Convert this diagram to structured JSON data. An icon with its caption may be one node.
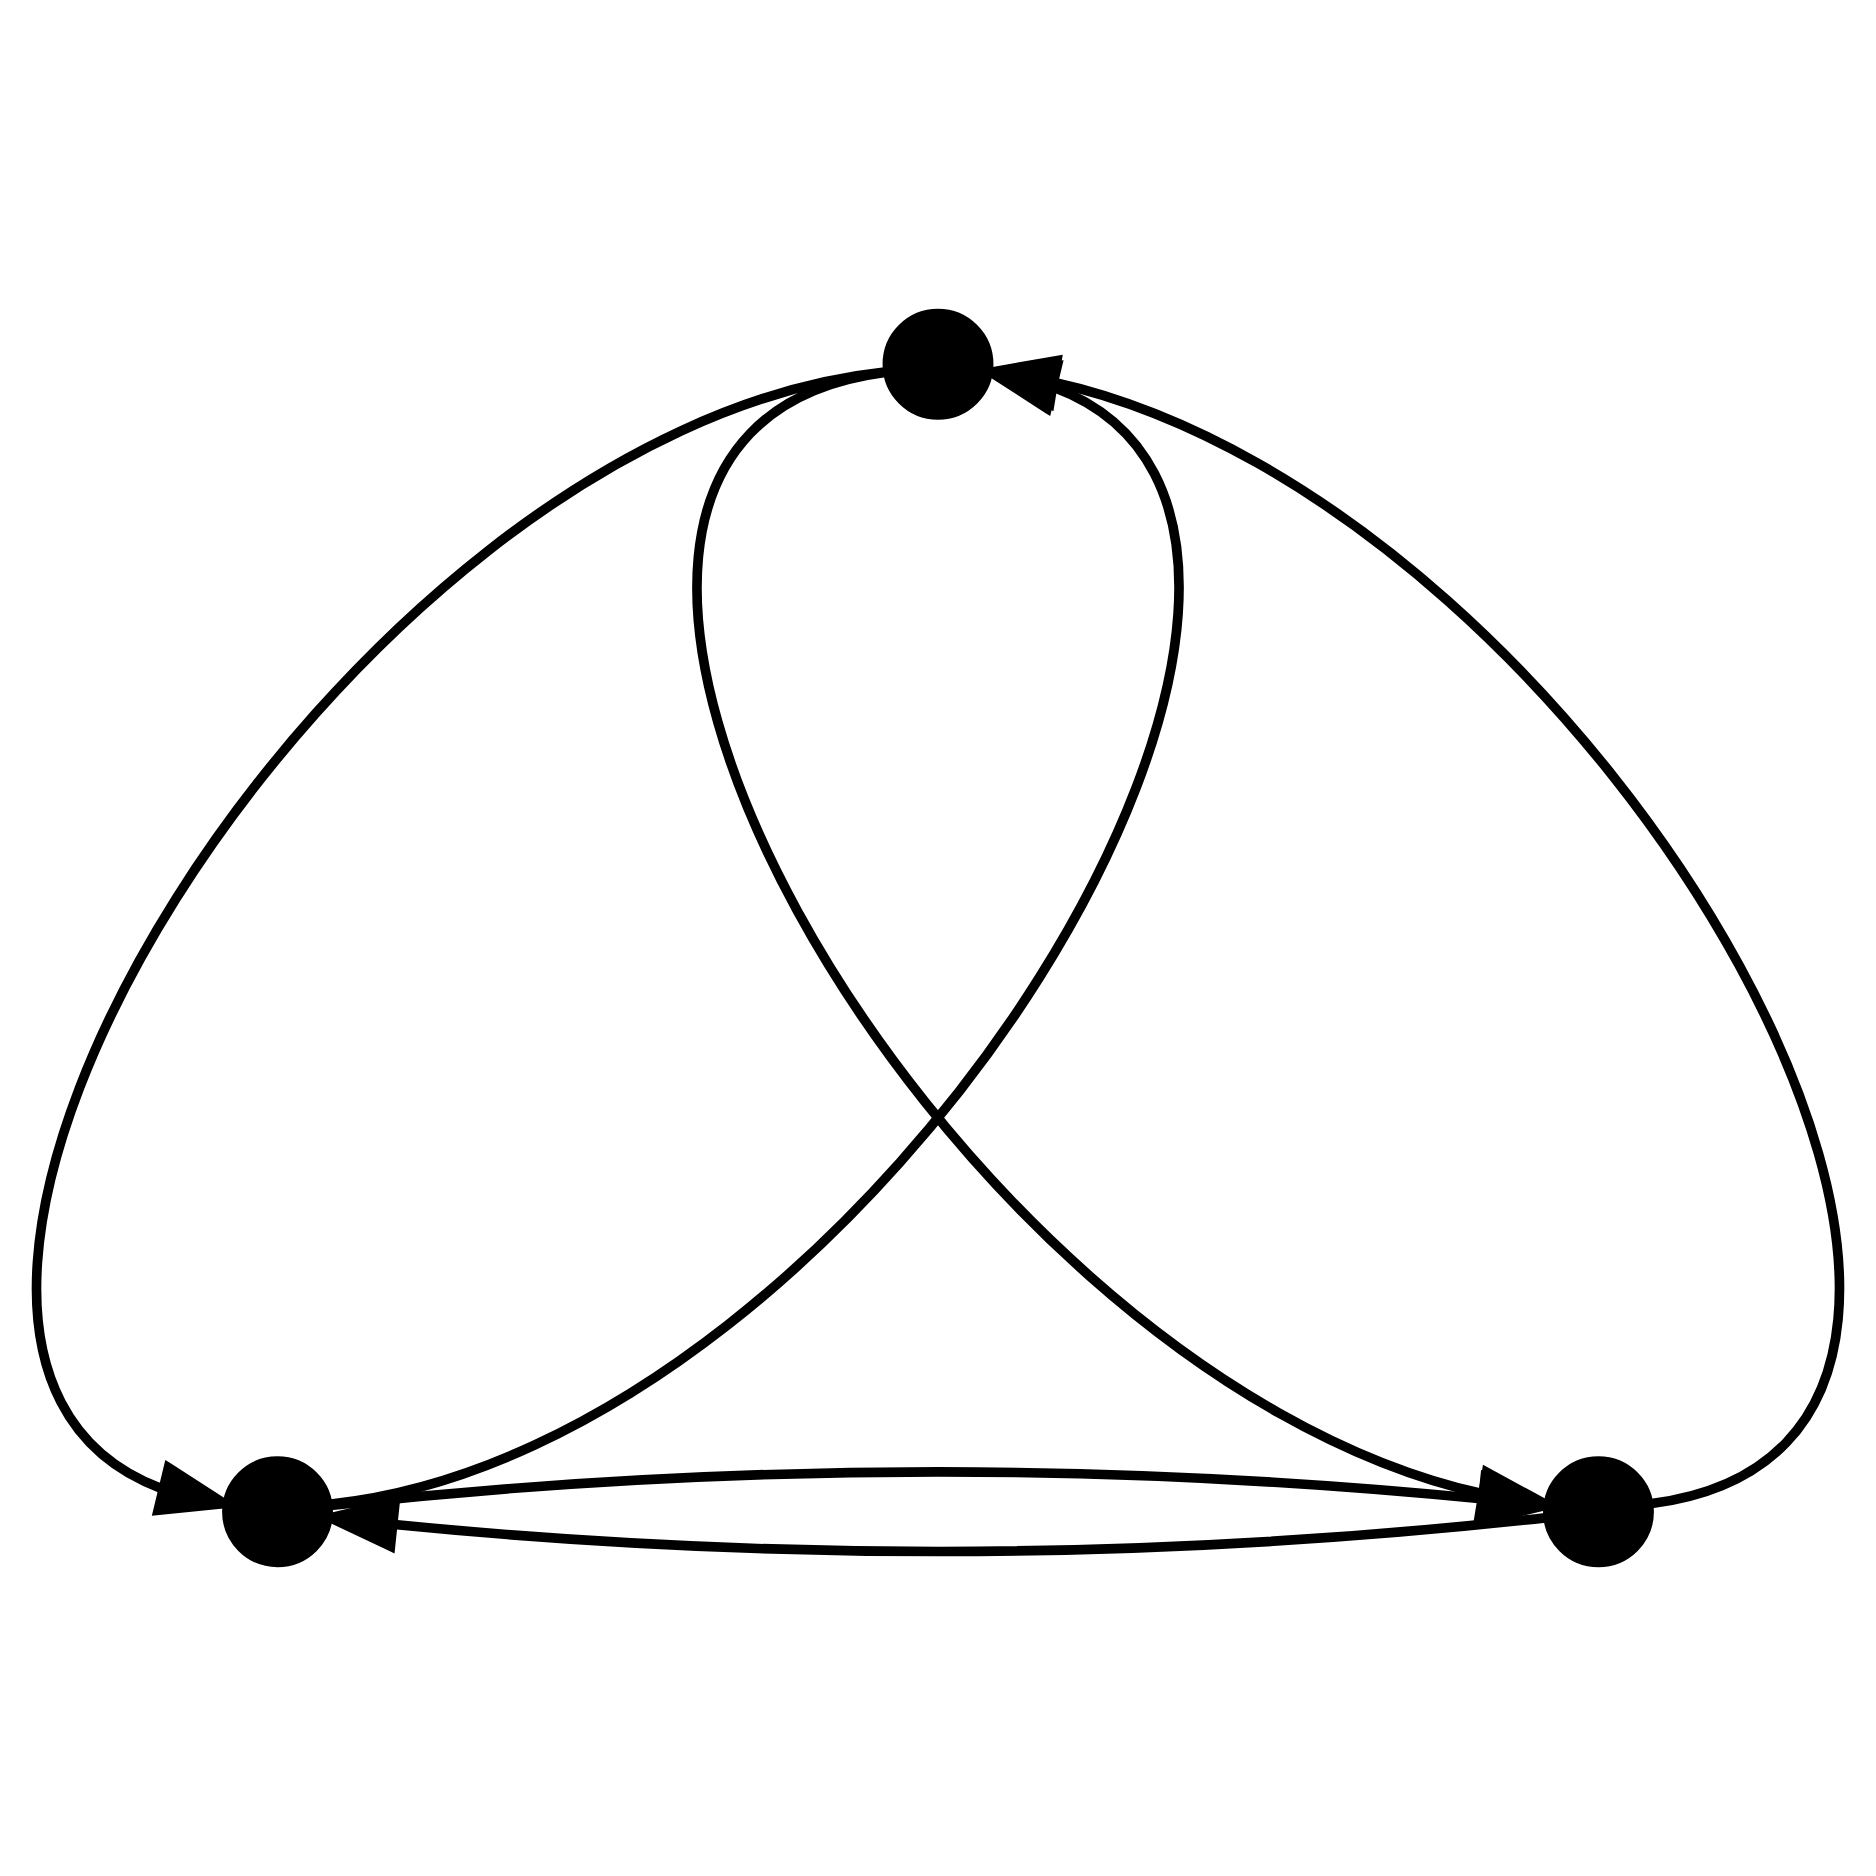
{
  "diagram": {
    "nodes": [
      {
        "text": [],
        "shape": "circle"
      },
      {
        "text": [],
        "shape": "circle"
      },
      {
        "text": [],
        "shape": "circle"
      }
    ],
    "edges": [
      {
        "from": 0,
        "to": 1,
        "arrow": "to"
      },
      {
        "from": 1,
        "to": 0,
        "arrow": "to"
      },
      {
        "from": 0,
        "to": 2,
        "arrow": "to"
      },
      {
        "from": 2,
        "to": 0,
        "arrow": "to"
      },
      {
        "from": 2,
        "to": 1,
        "arrow": "to"
      },
      {
        "from": 1,
        "to": 2,
        "arrow": "to"
      }
    ]
  }
}
